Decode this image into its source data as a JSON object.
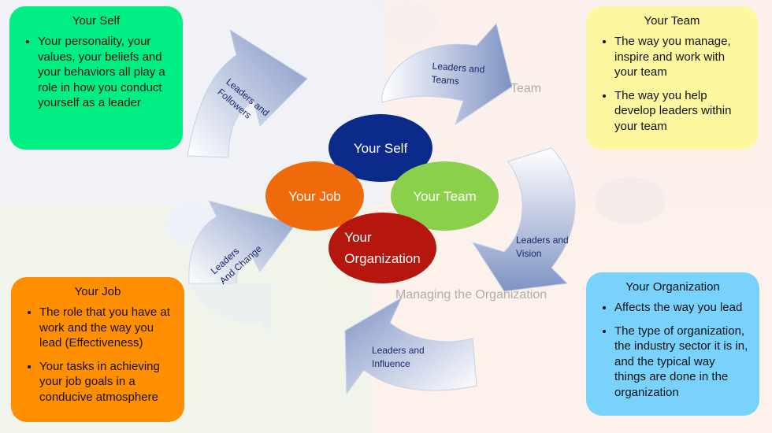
{
  "title_ghosts": {
    "team": "Team",
    "organization": "Managing the Organization"
  },
  "boxes": {
    "self": {
      "title": "Your Self",
      "bullets": [
        "Your personality, your values, your beliefs and your behaviors all play a role in how you conduct yourself as a leader"
      ]
    },
    "team": {
      "title": "Your Team",
      "bullets": [
        "The way you manage, inspire and work with your team",
        "The way you help develop leaders within your team"
      ]
    },
    "job": {
      "title": "Your Job",
      "bullets": [
        "The role that you have at work and the way you lead (Effectiveness)",
        "Your tasks in achieving your job goals in a conducive atmosphere"
      ]
    },
    "organization": {
      "title": "Your Organization",
      "bullets": [
        "Affects the way you lead",
        "The type of organization, the industry sector it is in, and the typical way things are done in the organization"
      ]
    }
  },
  "center": {
    "self": "Your Self",
    "job": "Your Job",
    "team": "Your Team",
    "organization_line1": "Your",
    "organization_line2": "Organization"
  },
  "arrows": {
    "followers": [
      "Leaders and",
      "Followers"
    ],
    "teams": [
      "Leaders and",
      "Teams"
    ],
    "vision": [
      "Leaders and",
      "Vision"
    ],
    "influence": [
      "Leaders and",
      "Influence"
    ],
    "change": [
      "Leaders",
      "And Change"
    ]
  },
  "colors": {
    "self_box": "#00ee84",
    "team_box": "#fdf7a0",
    "job_box": "#ff8f00",
    "org_box": "#79d2fb",
    "self_ellipse": "#0b2a8a",
    "job_ellipse": "#ef6a0a",
    "team_ellipse": "#8bd04a",
    "org_ellipse": "#b5160e"
  }
}
